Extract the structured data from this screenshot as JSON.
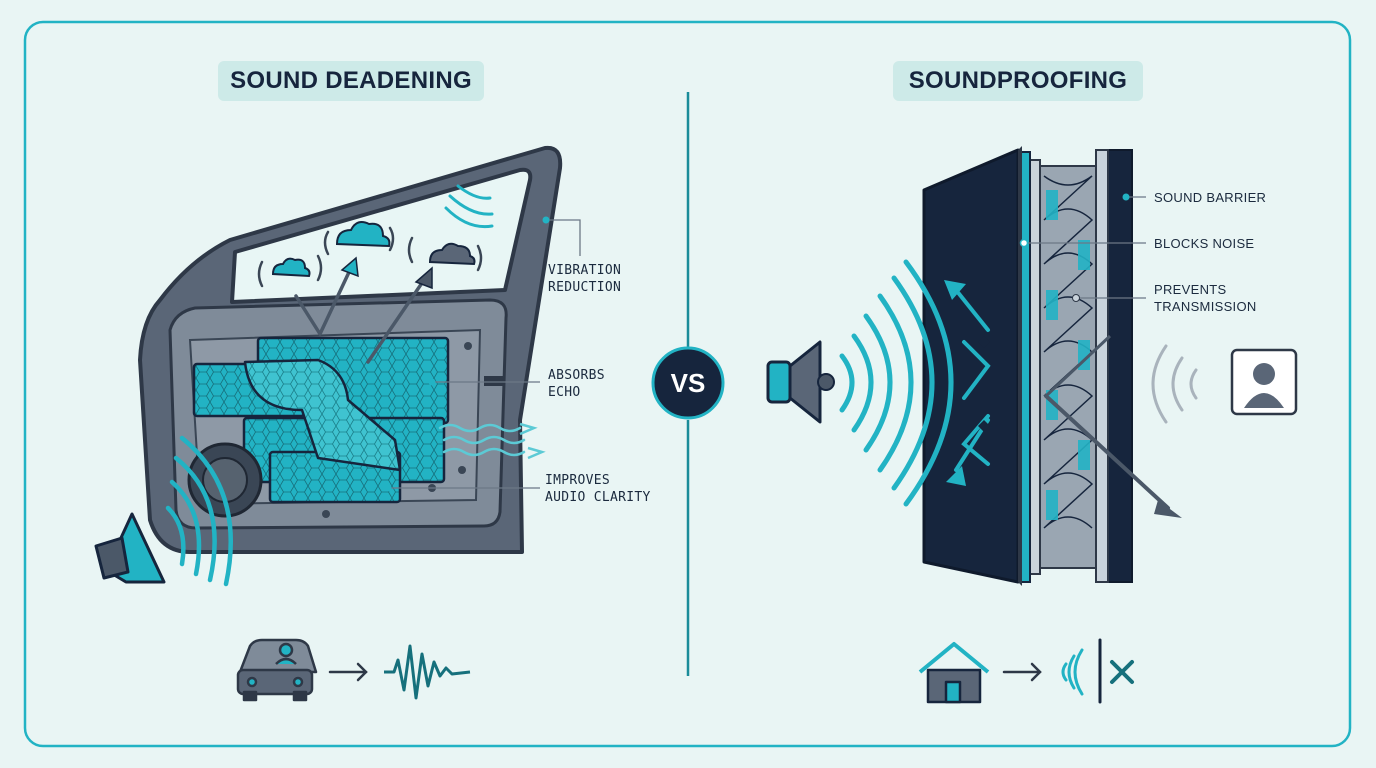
{
  "left_panel": {
    "title": "SOUND DEADENING",
    "callouts": [
      {
        "line1": "VIBRATION",
        "line2": "REDUCTION"
      },
      {
        "line1": "ABSORBS",
        "line2": "ECHO"
      },
      {
        "line1": "IMPROVES",
        "line2": "AUDIO CLARITY"
      }
    ],
    "icons": [
      "car-with-driver-icon",
      "arrow-right-icon",
      "sound-wave-icon"
    ]
  },
  "center": {
    "label": "VS"
  },
  "right_panel": {
    "title": "SOUNDPROOFING",
    "callouts": [
      {
        "line1": "SOUND BARRIER",
        "line2": ""
      },
      {
        "line1": "BLOCKS NOISE",
        "line2": ""
      },
      {
        "line1": "PREVENTS",
        "line2": "TRANSMISSION"
      }
    ],
    "icons": [
      "house-icon",
      "arrow-right-icon",
      "blocked-sound-icon"
    ]
  },
  "colors": {
    "background": "#e9f5f4",
    "accent": "#22b3c4",
    "frame": "#4b5868",
    "navy": "#16253d",
    "pill": "#cdeae8"
  }
}
